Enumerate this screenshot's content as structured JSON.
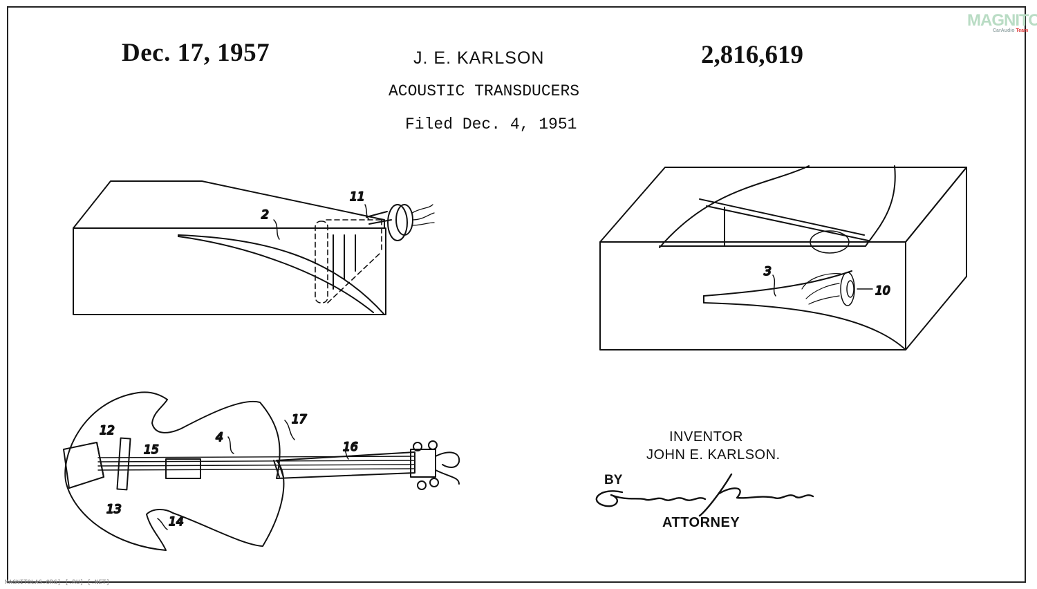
{
  "header": {
    "date": "Dec. 17, 1957",
    "inventor": "J. E. KARLSON",
    "title": "ACOUSTIC TRANSDUCERS",
    "filed": "Filed Dec. 4, 1951",
    "patent_number": "2,816,619"
  },
  "figures": {
    "fig1_refs": [
      "2",
      "11"
    ],
    "fig2_refs": [
      "3",
      "10"
    ],
    "fig3_refs": [
      "12",
      "15",
      "4",
      "17",
      "16",
      "13",
      "14"
    ]
  },
  "signature_block": {
    "inventor_label": "INVENTOR",
    "inventor_name": "JOHN E. KARLSON.",
    "by_label": "BY",
    "signature_text": "Samuel J. Stoce",
    "attorney_label": "ATTORNEY"
  },
  "watermark": {
    "brand": "MAGNITOLA",
    "tagline_prefix": "CarAudio",
    "tagline_suffix": "Team"
  },
  "footer": {
    "url": "MAGNITOLAS.ORG] [.RU] [.NET]"
  }
}
